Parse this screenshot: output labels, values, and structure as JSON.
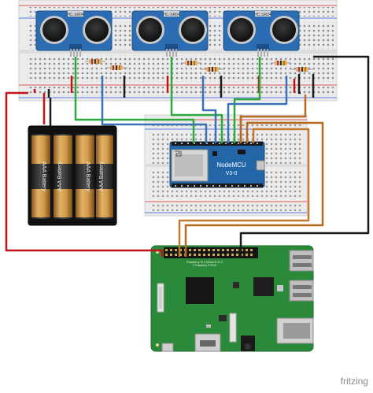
{
  "sensor_label": "HC-SR04",
  "battery_label": "AAA Battery",
  "nodemcu": {
    "line1": "NodeMCU",
    "line2": "V3-0"
  },
  "pi": {
    "line1": "Raspberry Pi 3 Model B v1.2",
    "line2": "© Raspberry Pi 2015"
  },
  "watermark": "fritzing",
  "colors": {
    "wire_red": "#c0141a",
    "wire_black": "#1a1a1a",
    "wire_green": "#2ea83c",
    "wire_blue": "#3a72b8",
    "wire_brown": "#b86a1e",
    "board_green": "#2a8a3a",
    "nodemcu_blue": "#2266a8",
    "sensor_blue": "#2b6cb3"
  }
}
